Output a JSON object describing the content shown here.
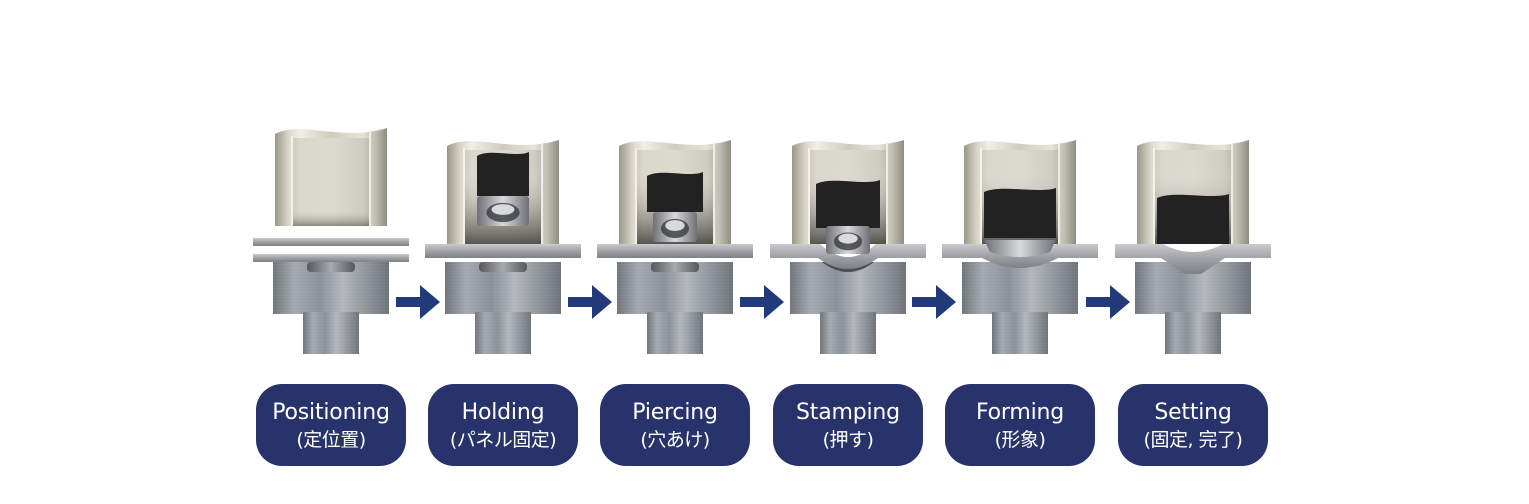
{
  "stages": [
    {
      "name": "Positioning",
      "sub": "(定位置)",
      "state": "positioning"
    },
    {
      "name": "Holding",
      "sub": "(パネル固定)",
      "state": "holding"
    },
    {
      "name": "Piercing",
      "sub": "(穴あけ)",
      "state": "piercing"
    },
    {
      "name": "Stamping",
      "sub": "(押す)",
      "state": "stamping"
    },
    {
      "name": "Forming",
      "sub": "(形象)",
      "state": "forming"
    },
    {
      "name": "Setting",
      "sub": "(固定, 完了)",
      "state": "setting"
    }
  ],
  "colors": {
    "label_bg": "#27336a",
    "label_text": "#ffffff",
    "arrow": "#233a7a",
    "tool_light": "#dedccf",
    "tool_dark": "#8e8b80",
    "die_light": "#a9adb3",
    "die_dark": "#6f747b",
    "panel": "#a6a8ab",
    "slug": "#222222"
  },
  "icons": {
    "arrow": "arrow-right-icon"
  }
}
